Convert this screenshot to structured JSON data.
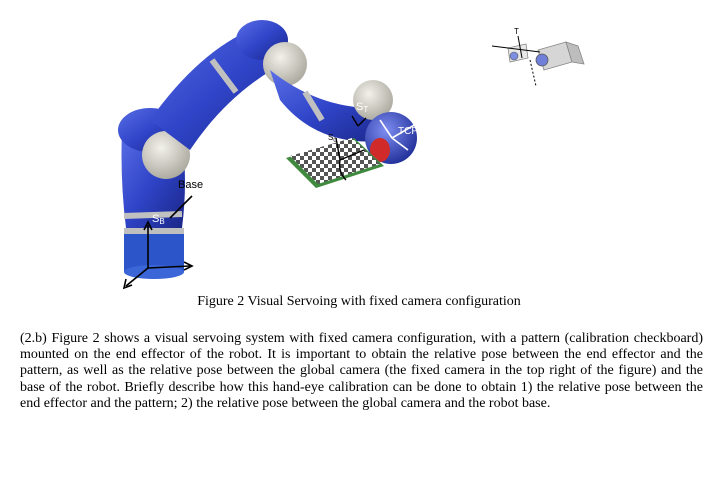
{
  "figure": {
    "labels": {
      "base": "Base",
      "sb_main": "S",
      "sb_sub": "B",
      "st_main": "S",
      "st_sub": "T",
      "s0_main": "S",
      "s0_sub": "0",
      "tcp": "TCP",
      "t": "T"
    },
    "caption": "Figure 2 Visual Servoing with fixed camera configuration"
  },
  "question": {
    "text": "(2.b) Figure 2 shows a visual servoing system with fixed camera configuration, with a pattern (calibration checkboard) mounted on the end effector of the robot. It is important to obtain the relative pose between the end effector and the pattern, as well as the relative pose between the global camera (the fixed camera in the top right of the figure) and the base of the robot. Briefly describe how this hand-eye calibration can be done to obtain 1) the relative pose between the end effector and the pattern; 2) the relative pose between the global camera and the robot base."
  },
  "colors": {
    "robot_blue": "#2f44c8",
    "robot_dark": "#1c2a8c",
    "joint_gray": "#c9c7bd",
    "board_green": "#4c9a4c",
    "camera_gray": "#d0d0d0"
  }
}
